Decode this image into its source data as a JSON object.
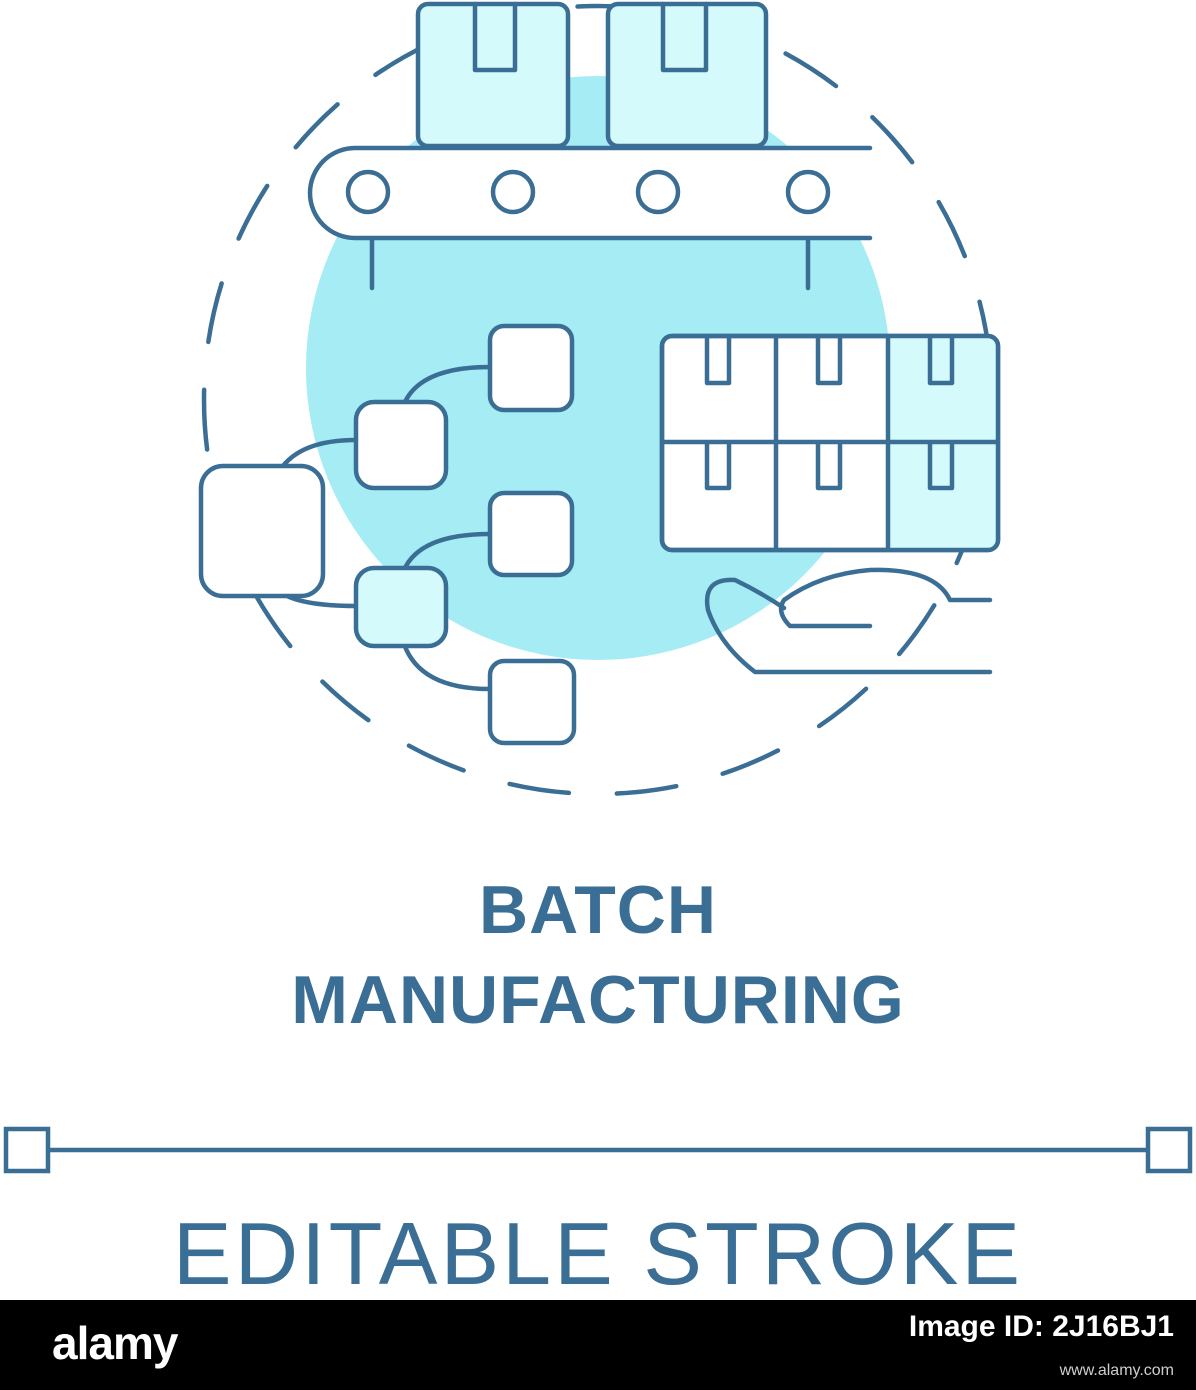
{
  "colors": {
    "stroke": "#3b6e95",
    "accent_fill": "#a6ecf4",
    "light_fill": "#d4fafc",
    "footer_bg": "#000000",
    "footer_text": "#ffffff"
  },
  "icon": {
    "title_line1": "BATCH",
    "title_line2": "MANUFACTURING",
    "subject": "batch-manufacturing-icon"
  },
  "stroke_demo": {
    "label": "EDITABLE STROKE"
  },
  "watermark": {
    "brand": "alamy"
  },
  "footer": {
    "brand": "alamy",
    "image_id_label": "Image ID: 2J16BJ1",
    "image_id": "2J16BJ1",
    "url": "www.alamy.com"
  }
}
